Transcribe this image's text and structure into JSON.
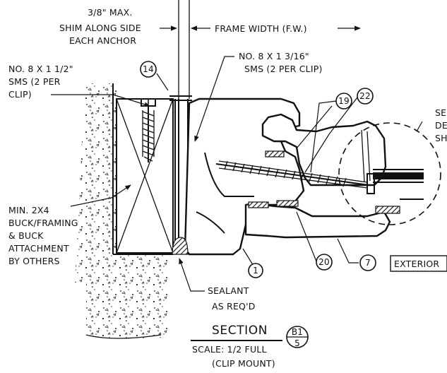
{
  "labels": {
    "shim_line1": "3/8\" MAX.",
    "shim_line2": "SHIM ALONG SIDE",
    "shim_line3": "EACH ANCHOR",
    "frame_width": "FRAME WIDTH (F.W.)",
    "sms_left_line1": "NO. 8 X 1 1/2\"",
    "sms_left_line2": "SMS (2 PER",
    "sms_left_line3": "CLIP)",
    "sms_right_line1": "NO. 8 X 1 3/16\"",
    "sms_right_line2": "SMS (2 PER CLIP)",
    "buck_line1": "MIN. 2X4",
    "buck_line2": "BUCK/FRAMING",
    "buck_line3": "& BUCK",
    "buck_line4": "ATTACHMENT",
    "buck_line5": "BY OTHERS",
    "sealant_line1": "SEALANT",
    "sealant_line2": "AS REQ'D",
    "exterior": "EXTERIOR",
    "see_detail_line1": "SE",
    "see_detail_line2": "DE",
    "see_detail_line3": "SH"
  },
  "callouts": {
    "c14": "14",
    "c19": "19",
    "c22": "22",
    "c1": "1",
    "c20": "20",
    "c7": "7"
  },
  "title_block": {
    "title": "SECTION",
    "scale": "SCALE: 1/2 FULL",
    "mount": "(CLIP MOUNT)",
    "detail_number": "B1",
    "sheet_number": "5"
  }
}
